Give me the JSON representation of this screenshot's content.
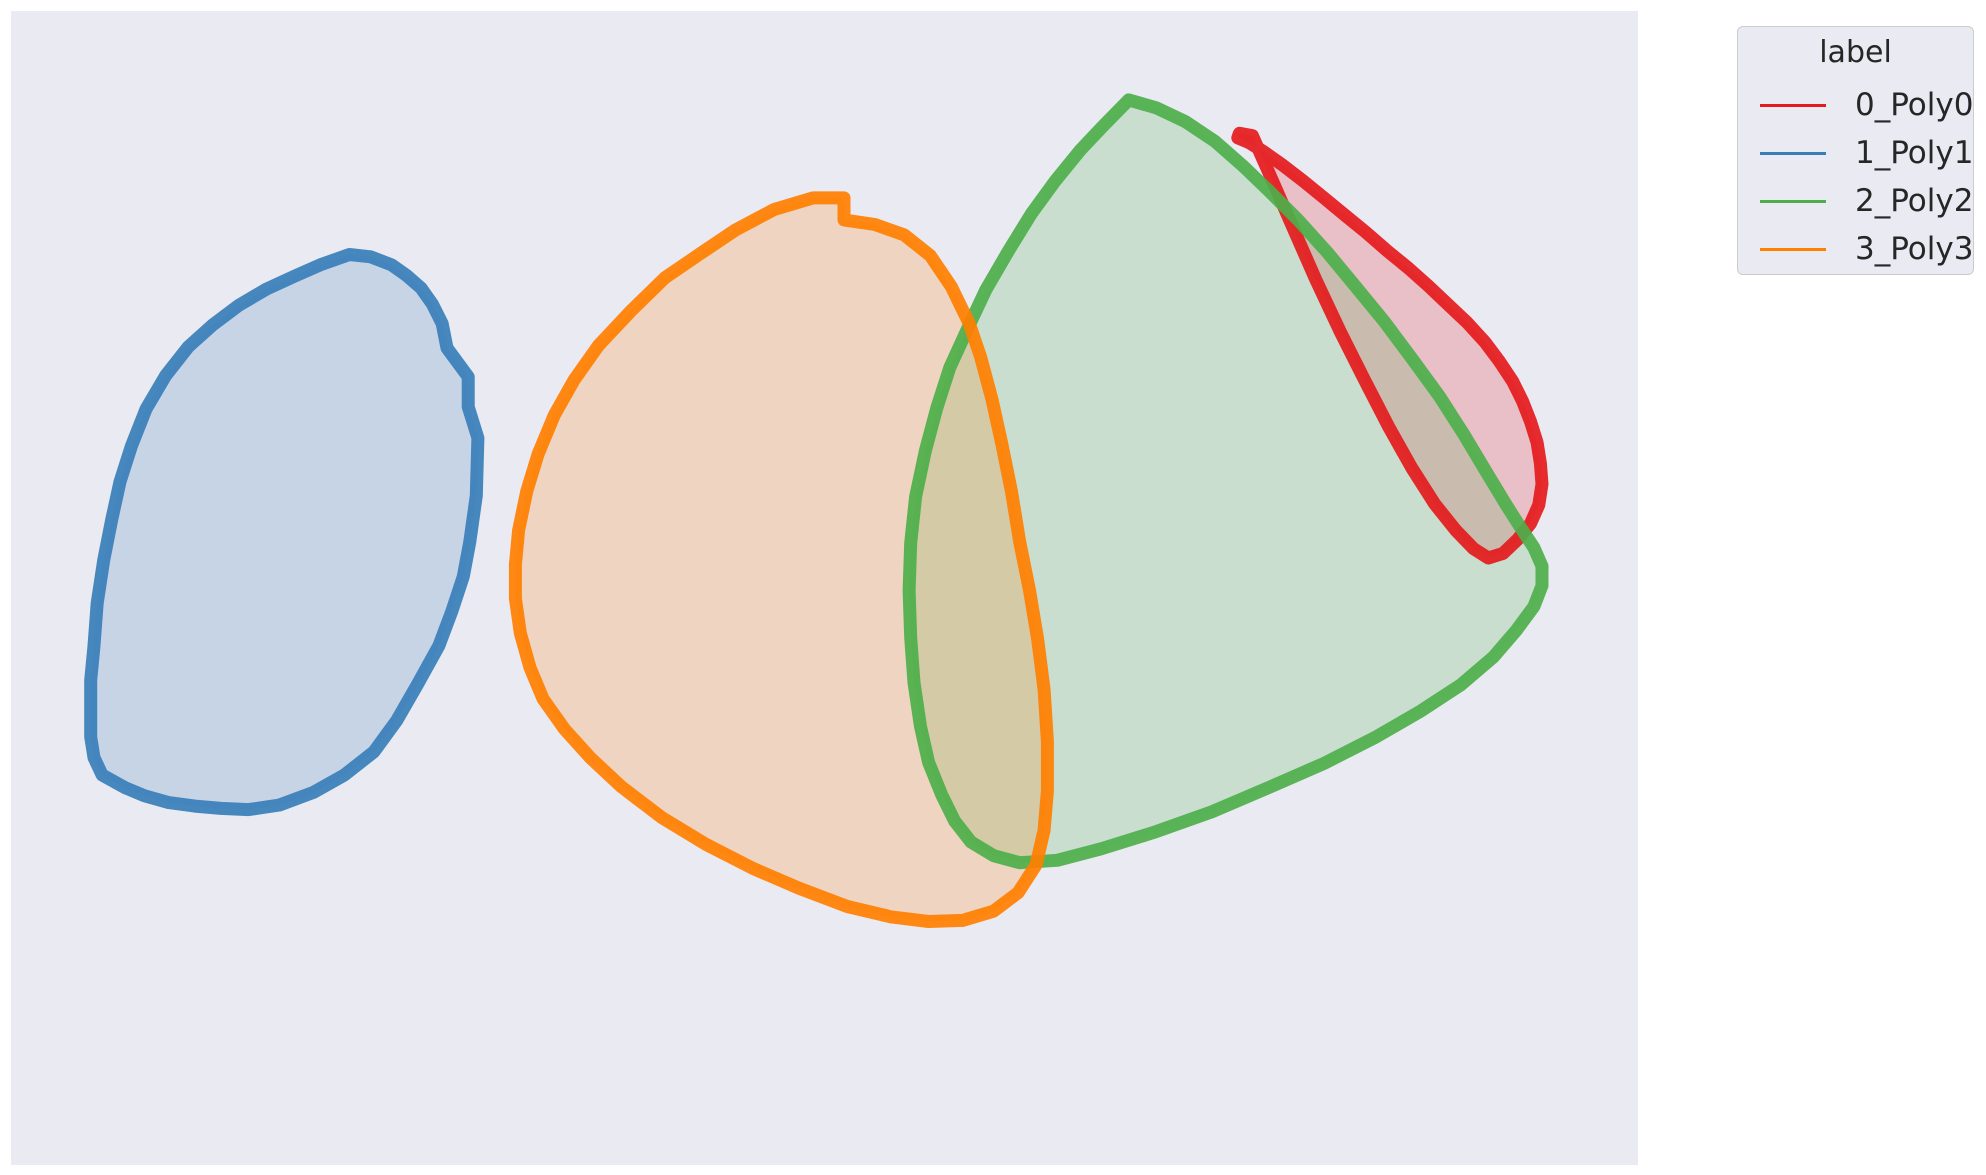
{
  "chart_data": {
    "type": "area",
    "title": "",
    "xlabel": "",
    "ylabel": "",
    "grid": false,
    "axes_visible": false,
    "legend": {
      "title": "label",
      "placement": "outside-top-right",
      "entries": [
        {
          "name": "0_Poly0",
          "color": "#e41a1c"
        },
        {
          "name": "1_Poly1",
          "color": "#377eb8"
        },
        {
          "name": "2_Poly2",
          "color": "#4daf4a"
        },
        {
          "name": "3_Poly3",
          "color": "#ff7f00"
        }
      ]
    },
    "xlim": [
      0,
      100
    ],
    "ylim": [
      0,
      100
    ],
    "series": [
      {
        "name": "0_Poly0",
        "color": "#e41a1c",
        "fill_opacity": 0.2,
        "points": [
          [
            75.4,
            89.0
          ],
          [
            76.1,
            88.6
          ],
          [
            77.0,
            87.8
          ],
          [
            78.2,
            86.6
          ],
          [
            79.4,
            85.3
          ],
          [
            80.7,
            83.8
          ],
          [
            82.0,
            82.3
          ],
          [
            83.3,
            80.8
          ],
          [
            84.6,
            79.2
          ],
          [
            85.9,
            77.7
          ],
          [
            87.1,
            76.2
          ],
          [
            88.3,
            74.6
          ],
          [
            89.5,
            73.0
          ],
          [
            90.6,
            71.3
          ],
          [
            91.5,
            69.6
          ],
          [
            92.3,
            67.9
          ],
          [
            92.9,
            66.2
          ],
          [
            93.4,
            64.4
          ],
          [
            93.8,
            62.6
          ],
          [
            94.0,
            60.8
          ],
          [
            94.1,
            59.0
          ],
          [
            93.9,
            57.2
          ],
          [
            93.4,
            55.6
          ],
          [
            92.6,
            54.2
          ],
          [
            91.7,
            53.0
          ],
          [
            90.8,
            52.6
          ],
          [
            89.9,
            53.4
          ],
          [
            88.8,
            55.0
          ],
          [
            87.5,
            57.3
          ],
          [
            86.1,
            60.4
          ],
          [
            84.7,
            63.9
          ],
          [
            83.2,
            68.0
          ],
          [
            81.7,
            72.2
          ],
          [
            80.2,
            76.7
          ],
          [
            78.8,
            81.2
          ],
          [
            77.5,
            85.4
          ],
          [
            76.3,
            89.2
          ],
          [
            75.5,
            89.4
          ]
        ]
      },
      {
        "name": "1_Poly1",
        "color": "#377eb8",
        "fill_opacity": 0.2,
        "points": [
          [
            20.8,
            78.9
          ],
          [
            22.1,
            78.7
          ],
          [
            23.4,
            78.0
          ],
          [
            24.3,
            77.1
          ],
          [
            25.2,
            76.0
          ],
          [
            25.9,
            74.6
          ],
          [
            26.5,
            72.9
          ],
          [
            26.8,
            70.8
          ],
          [
            28.1,
            68.3
          ],
          [
            28.1,
            65.7
          ],
          [
            28.7,
            63.0
          ],
          [
            28.6,
            58.0
          ],
          [
            28.2,
            54.0
          ],
          [
            27.8,
            51.0
          ],
          [
            27.1,
            48.0
          ],
          [
            26.3,
            45.0
          ],
          [
            25.0,
            41.7
          ],
          [
            23.7,
            38.5
          ],
          [
            22.3,
            35.8
          ],
          [
            20.5,
            33.8
          ],
          [
            18.6,
            32.3
          ],
          [
            16.5,
            31.2
          ],
          [
            14.6,
            30.8
          ],
          [
            12.9,
            30.9
          ],
          [
            11.3,
            31.1
          ],
          [
            9.7,
            31.4
          ],
          [
            8.2,
            32.0
          ],
          [
            7.0,
            32.7
          ],
          [
            5.6,
            33.8
          ],
          [
            5.1,
            35.3
          ],
          [
            4.9,
            37.1
          ],
          [
            4.9,
            39.3
          ],
          [
            4.9,
            42.0
          ],
          [
            5.1,
            45.0
          ],
          [
            5.3,
            48.7
          ],
          [
            5.7,
            52.4
          ],
          [
            6.2,
            56.0
          ],
          [
            6.7,
            59.2
          ],
          [
            7.4,
            62.3
          ],
          [
            8.3,
            65.5
          ],
          [
            9.5,
            68.4
          ],
          [
            10.9,
            70.9
          ],
          [
            12.4,
            72.8
          ],
          [
            14.0,
            74.5
          ],
          [
            15.7,
            75.9
          ],
          [
            17.4,
            77.0
          ],
          [
            19.0,
            78.0
          ],
          [
            20.8,
            78.9
          ]
        ]
      },
      {
        "name": "2_Poly2",
        "color": "#4daf4a",
        "fill_opacity": 0.2,
        "points": [
          [
            68.7,
            92.3
          ],
          [
            70.4,
            91.6
          ],
          [
            72.2,
            90.4
          ],
          [
            74.0,
            88.7
          ],
          [
            75.7,
            86.6
          ],
          [
            77.4,
            84.3
          ],
          [
            79.1,
            81.9
          ],
          [
            80.9,
            79.1
          ],
          [
            82.6,
            76.2
          ],
          [
            84.4,
            73.1
          ],
          [
            86.1,
            69.9
          ],
          [
            87.8,
            66.6
          ],
          [
            89.3,
            63.3
          ],
          [
            90.7,
            60.0
          ],
          [
            91.9,
            57.2
          ],
          [
            92.8,
            55.2
          ],
          [
            93.6,
            53.5
          ],
          [
            94.1,
            51.9
          ],
          [
            94.1,
            50.2
          ],
          [
            93.6,
            48.4
          ],
          [
            92.5,
            46.3
          ],
          [
            91.1,
            44.0
          ],
          [
            89.1,
            41.6
          ],
          [
            86.6,
            39.3
          ],
          [
            83.9,
            37.1
          ],
          [
            80.7,
            34.8
          ],
          [
            77.3,
            32.7
          ],
          [
            73.8,
            30.6
          ],
          [
            70.2,
            28.8
          ],
          [
            67.0,
            27.4
          ],
          [
            64.3,
            26.4
          ],
          [
            62.0,
            26.2
          ],
          [
            60.4,
            26.8
          ],
          [
            59.0,
            28.0
          ],
          [
            58.0,
            29.8
          ],
          [
            57.2,
            32.1
          ],
          [
            56.4,
            34.9
          ],
          [
            55.9,
            38.0
          ],
          [
            55.5,
            41.8
          ],
          [
            55.3,
            45.7
          ],
          [
            55.2,
            49.8
          ],
          [
            55.3,
            53.9
          ],
          [
            55.6,
            57.9
          ],
          [
            56.2,
            61.9
          ],
          [
            56.9,
            65.6
          ],
          [
            57.7,
            69.1
          ],
          [
            58.8,
            72.5
          ],
          [
            59.9,
            75.8
          ],
          [
            61.3,
            79.2
          ],
          [
            62.7,
            82.4
          ],
          [
            64.2,
            85.3
          ],
          [
            65.7,
            87.9
          ],
          [
            67.1,
            90.0
          ],
          [
            68.7,
            92.3
          ]
        ]
      },
      {
        "name": "3_Poly3",
        "color": "#ff7f00",
        "fill_opacity": 0.2,
        "points": [
          [
            51.2,
            81.9
          ],
          [
            53.1,
            81.5
          ],
          [
            54.9,
            80.6
          ],
          [
            56.5,
            78.8
          ],
          [
            57.8,
            76.1
          ],
          [
            58.9,
            72.9
          ],
          [
            59.6,
            70.0
          ],
          [
            60.3,
            66.3
          ],
          [
            60.9,
            62.5
          ],
          [
            61.5,
            58.3
          ],
          [
            62.0,
            54.0
          ],
          [
            62.6,
            49.8
          ],
          [
            63.1,
            45.6
          ],
          [
            63.5,
            41.2
          ],
          [
            63.7,
            36.7
          ],
          [
            63.7,
            32.4
          ],
          [
            63.5,
            29.0
          ],
          [
            63.0,
            26.0
          ],
          [
            61.9,
            23.6
          ],
          [
            60.4,
            22.0
          ],
          [
            58.5,
            21.2
          ],
          [
            56.4,
            21.1
          ],
          [
            54.1,
            21.5
          ],
          [
            51.4,
            22.4
          ],
          [
            48.4,
            24.0
          ],
          [
            45.6,
            25.7
          ],
          [
            42.7,
            27.8
          ],
          [
            40.0,
            30.1
          ],
          [
            37.5,
            32.8
          ],
          [
            35.6,
            35.3
          ],
          [
            34.0,
            37.8
          ],
          [
            32.7,
            40.4
          ],
          [
            31.9,
            43.1
          ],
          [
            31.3,
            46.1
          ],
          [
            31.0,
            49.1
          ],
          [
            31.0,
            52.0
          ],
          [
            31.2,
            55.0
          ],
          [
            31.7,
            58.4
          ],
          [
            32.4,
            61.6
          ],
          [
            33.4,
            65.0
          ],
          [
            34.6,
            68.0
          ],
          [
            36.1,
            71.0
          ],
          [
            38.1,
            74.0
          ],
          [
            40.2,
            76.9
          ],
          [
            42.4,
            79.0
          ],
          [
            44.5,
            81.0
          ],
          [
            46.9,
            82.8
          ],
          [
            49.3,
            83.8
          ],
          [
            51.2,
            83.8
          ],
          [
            51.2,
            81.9
          ]
        ]
      }
    ]
  }
}
